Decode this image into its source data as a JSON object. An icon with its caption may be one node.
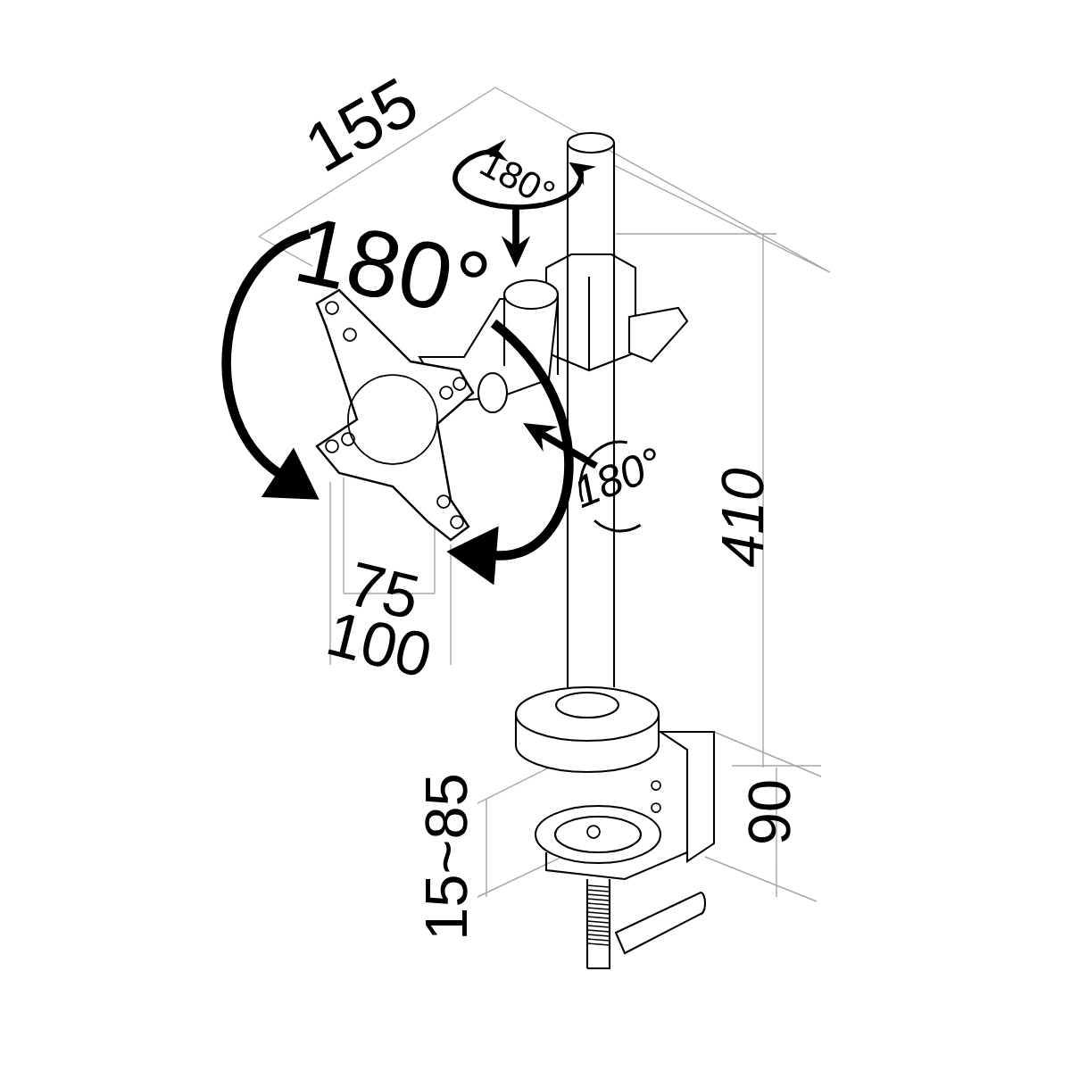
{
  "diagram": {
    "labels": [
      "155",
      "180°",
      "180°",
      "180°",
      "410",
      "75",
      "100",
      "90",
      "15~85"
    ]
  }
}
